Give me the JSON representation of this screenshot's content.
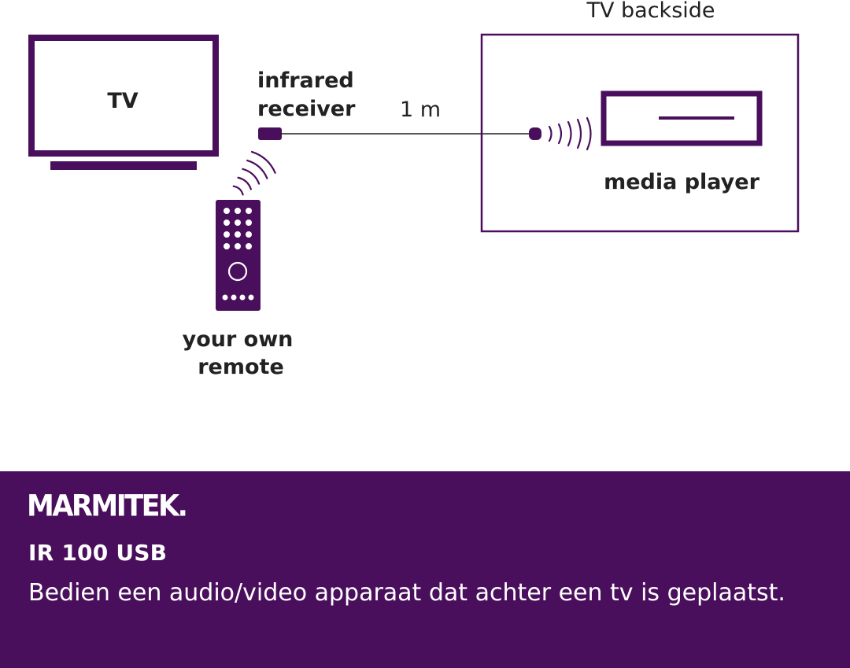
{
  "diagram": {
    "tv_label": "TV",
    "tv_backside_label": "TV backside",
    "receiver_label_line1": "infrared",
    "receiver_label_line2": "receiver",
    "cable_length_label": "1 m",
    "media_player_label": "media player",
    "remote_label_line1": "your own",
    "remote_label_line2": "remote"
  },
  "footer": {
    "brand": "MARMITEK.",
    "product_name": "IR 100 USB",
    "description": "Bedien een audio/video apparaat dat achter een tv is geplaatst."
  },
  "colors": {
    "primary_purple": "#4a0f5c",
    "text_dark": "#222222",
    "background": "#ffffff"
  }
}
